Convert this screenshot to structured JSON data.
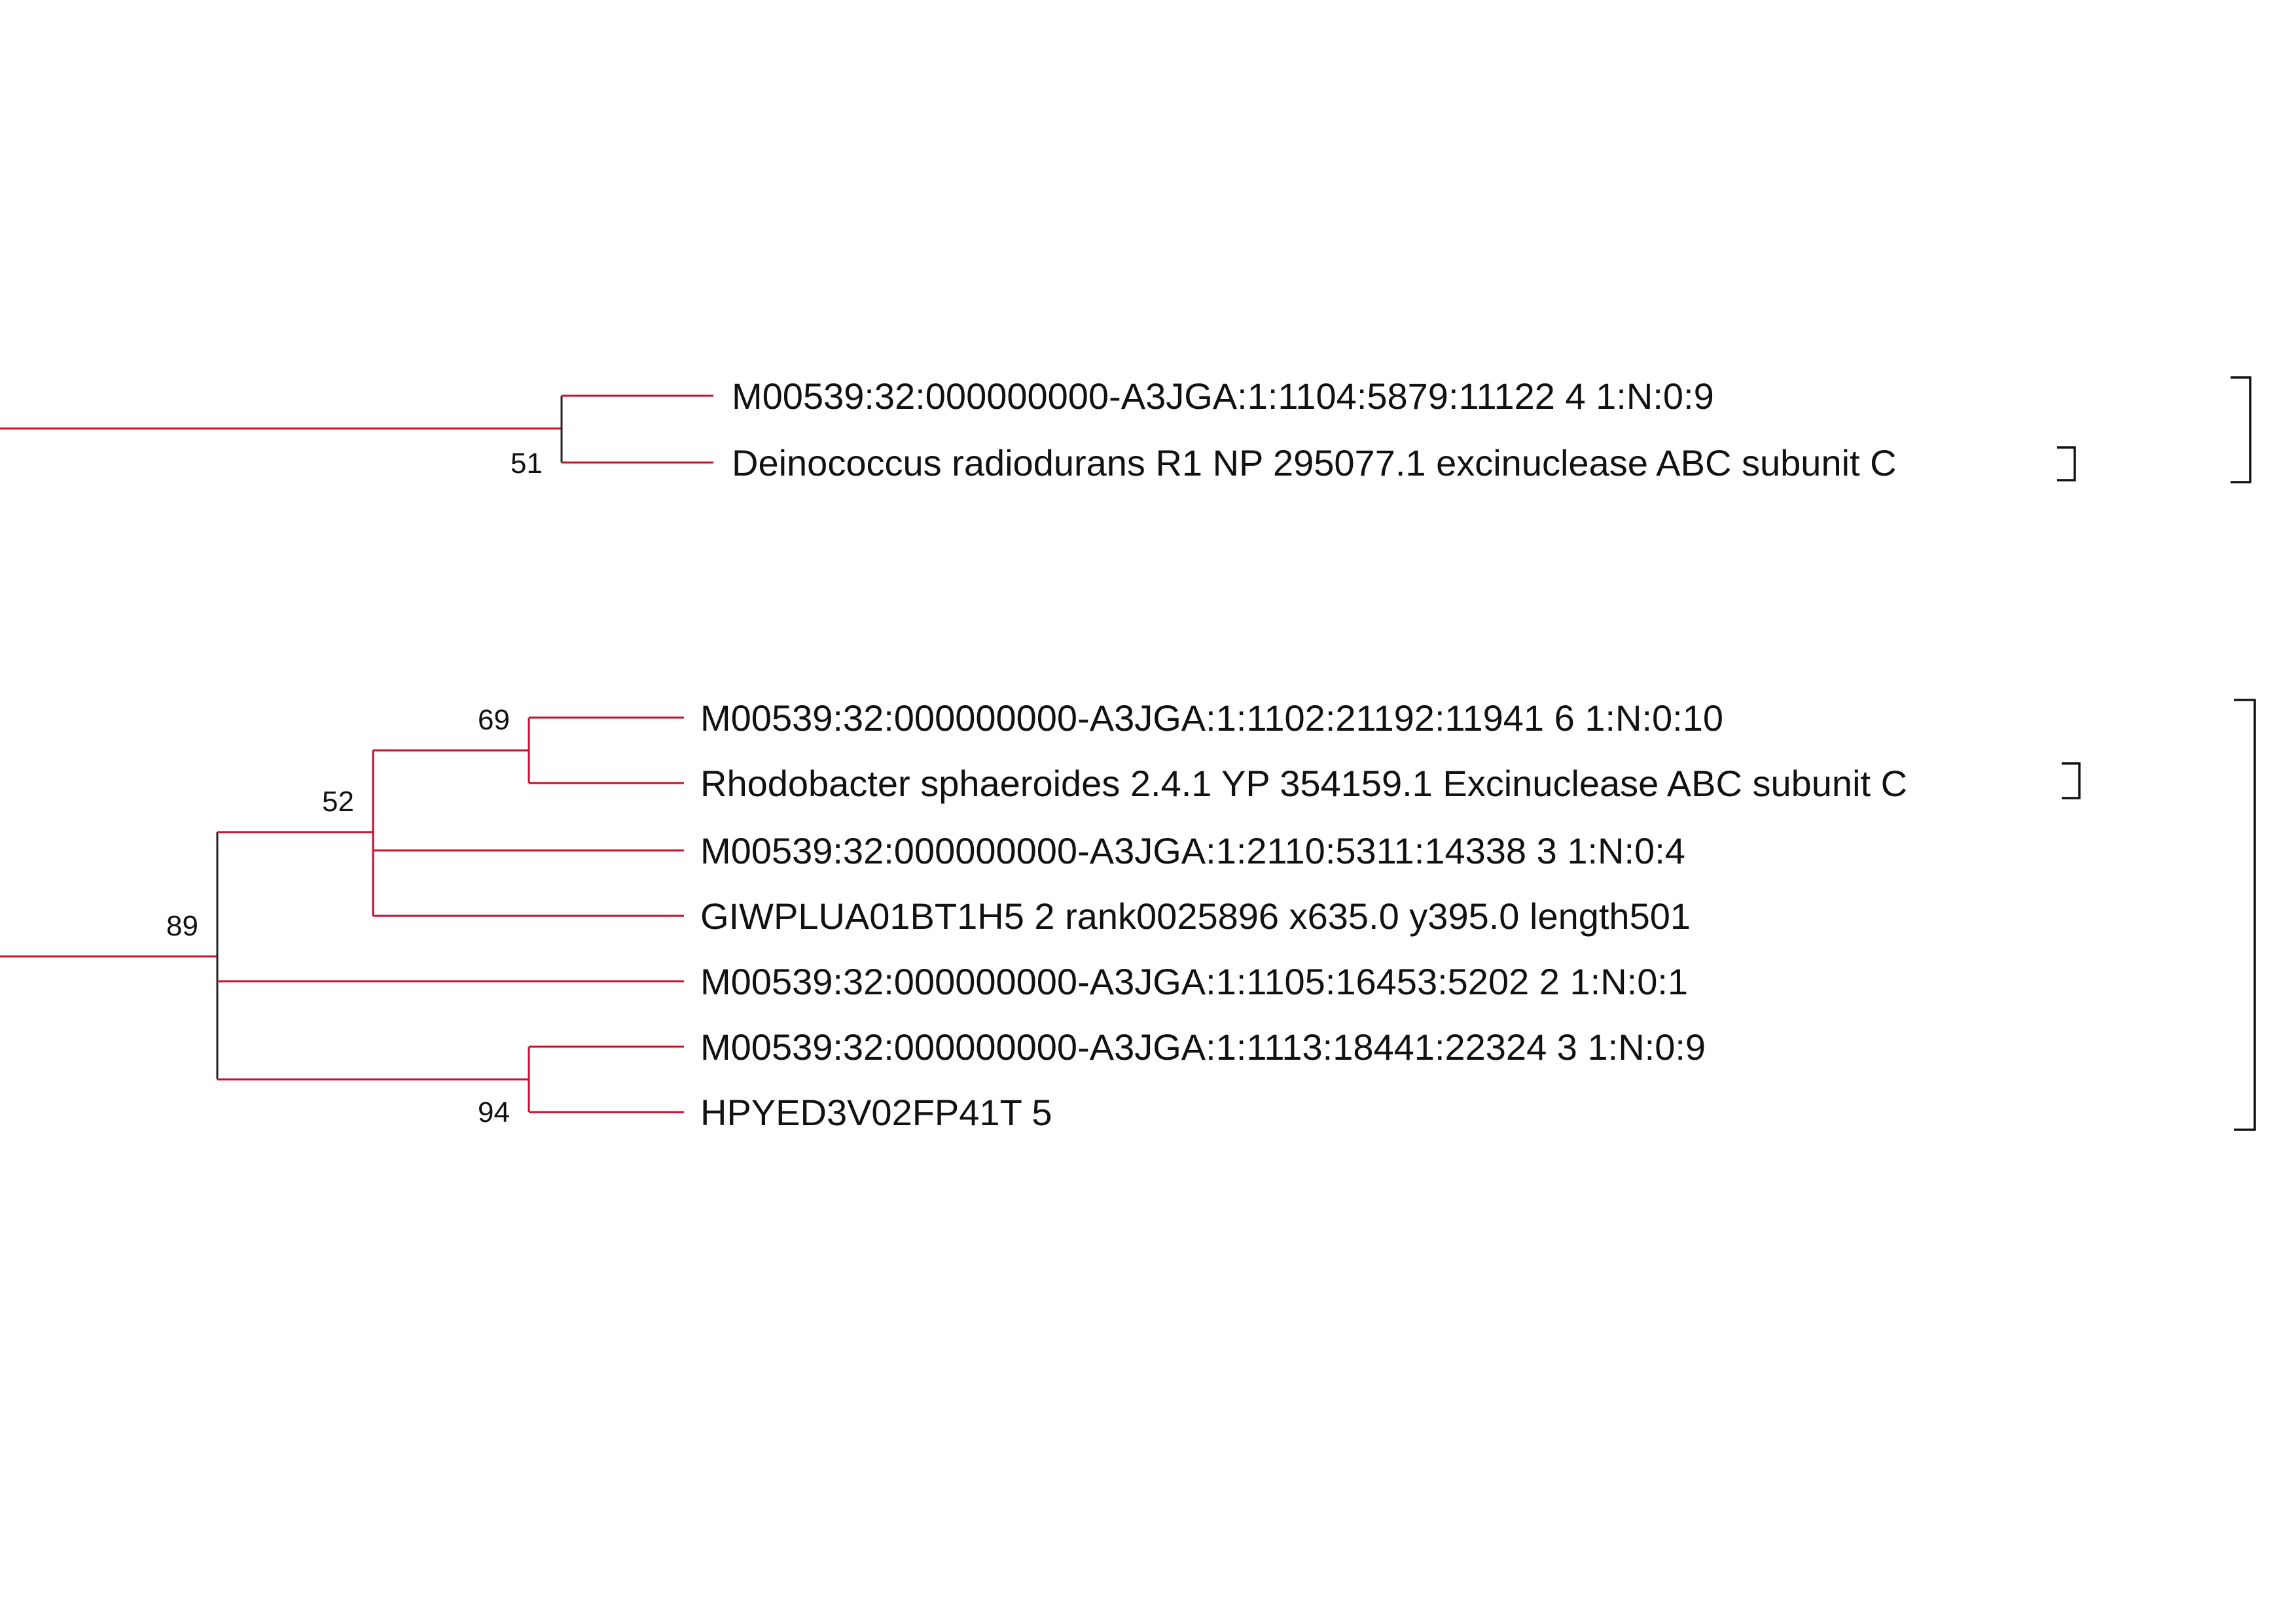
{
  "colors": {
    "branch": "#c8102e",
    "text": "#111111"
  },
  "tree": {
    "clade_top": {
      "leaves": [
        "M00539:32:000000000-A3JGA:1:1104:5879:11122 4 1:N:0:9",
        "Deinococcus radiodurans R1 NP 295077.1 excinuclease ABC subunit C"
      ],
      "bootstrap": "51"
    },
    "clade_bottom": {
      "leaves": [
        "M00539:32:000000000-A3JGA:1:1102:21192:11941 6 1:N:0:10",
        "Rhodobacter sphaeroides 2.4.1 YP 354159.1 Excinuclease ABC subunit C",
        "M00539:32:000000000-A3JGA:1:2110:5311:14338 3 1:N:0:4",
        "GIWPLUA01BT1H5 2 rank0025896 x635.0 y395.0 length501",
        "M00539:32:000000000-A3JGA:1:1105:16453:5202 2 1:N:0:1",
        "M00539:32:000000000-A3JGA:1:1113:18441:22324 3 1:N:0:9",
        "HPYED3V02FP41T 5"
      ],
      "bootstrap": {
        "node_69": "69",
        "node_52": "52",
        "node_89": "89",
        "node_94": "94"
      }
    }
  }
}
